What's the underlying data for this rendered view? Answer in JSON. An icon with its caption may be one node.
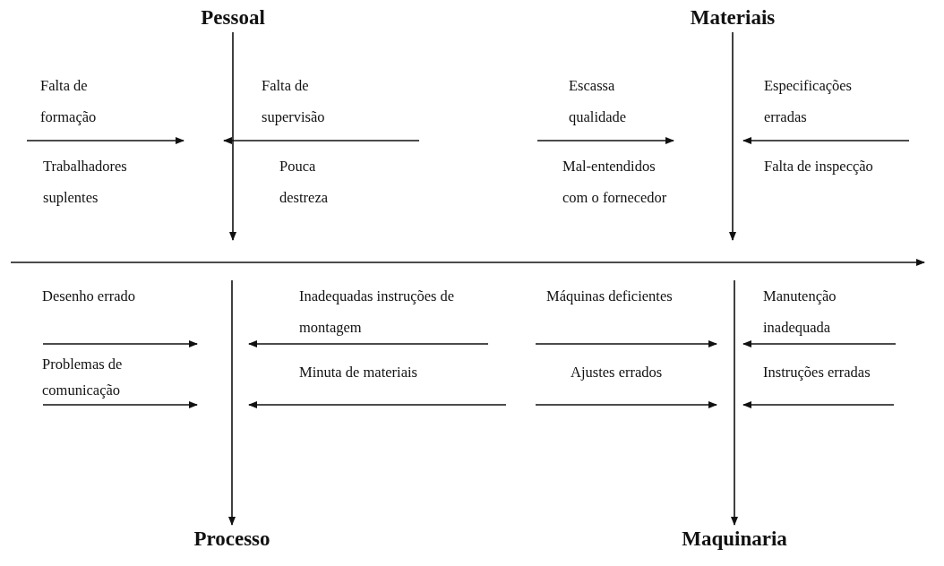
{
  "diagram": {
    "nodes": [
      {
        "text": [
          "Pessoal"
        ]
      },
      {
        "text": [
          "Materiais"
        ]
      },
      {
        "text": [
          "Processo"
        ]
      },
      {
        "text": [
          "Maquinaria"
        ]
      }
    ],
    "edges": [
      {
        "from": 0,
        "to": null,
        "arrow": "to"
      },
      {
        "from": 1,
        "to": null,
        "arrow": "to"
      },
      {
        "from": null,
        "to": 2,
        "arrow": "to"
      },
      {
        "from": null,
        "to": 3,
        "arrow": "to"
      }
    ],
    "labels": [
      "Falta de formação",
      "Falta de supervisão",
      "Escassa qualidade",
      "Especificações erradas",
      "Trabalhadores suplentes",
      "Pouca destreza",
      "Mal-entendidos com o fornecedor",
      "Falta de inspecção",
      "Desenho errado",
      "Inadequadas instruções de montagem",
      "Máquinas deficientes",
      "Manutenção inadequada",
      "Problemas de comunicação",
      "Minuta de materiais",
      "Ajustes errados",
      "Instruções erradas"
    ]
  }
}
